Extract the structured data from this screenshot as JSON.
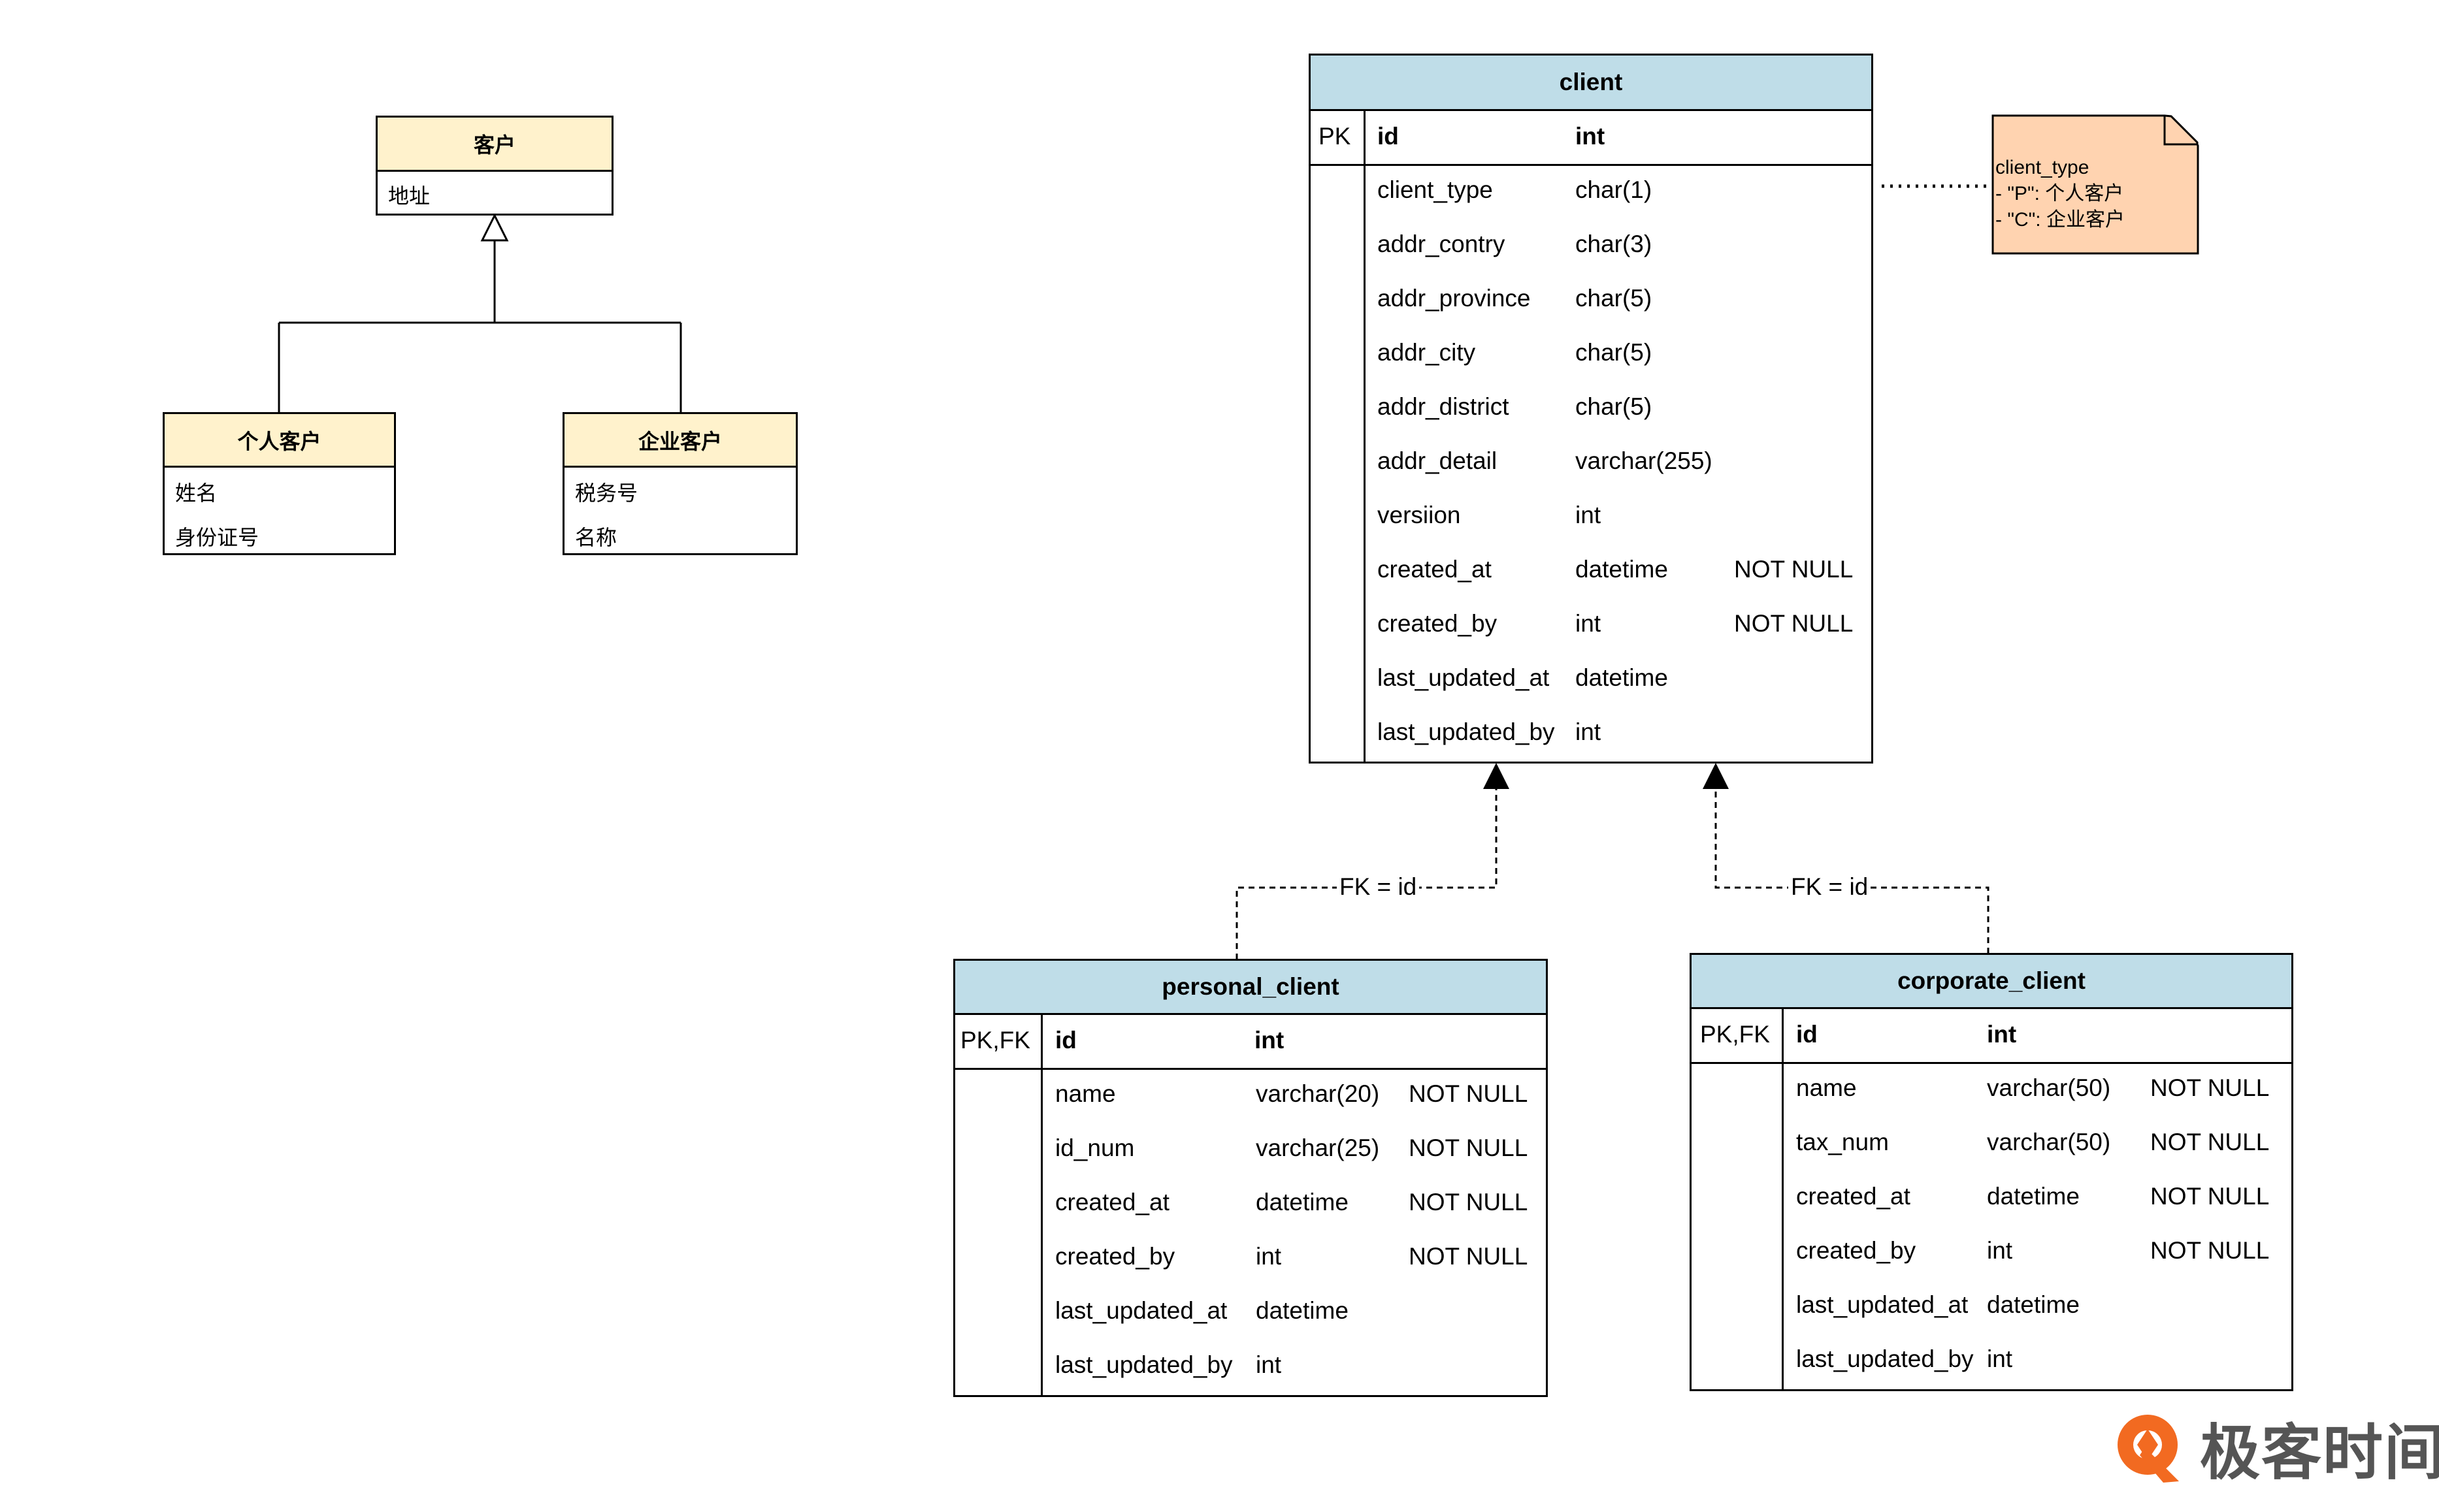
{
  "uml": {
    "parent": {
      "title": "客户",
      "attrs": [
        "地址"
      ]
    },
    "personal": {
      "title": "个人客户",
      "attrs": [
        "姓名",
        "身份证号"
      ]
    },
    "corporate": {
      "title": "企业客户",
      "attrs": [
        "税务号",
        "名称"
      ]
    }
  },
  "client": {
    "title": "client",
    "pk": {
      "key": "PK",
      "name": "id",
      "type": "int"
    },
    "rows": [
      {
        "name": "client_type",
        "type": "char(1)",
        "null": ""
      },
      {
        "name": "addr_contry",
        "type": "char(3)",
        "null": ""
      },
      {
        "name": "addr_province",
        "type": "char(5)",
        "null": ""
      },
      {
        "name": "addr_city",
        "type": "char(5)",
        "null": ""
      },
      {
        "name": "addr_district",
        "type": "char(5)",
        "null": ""
      },
      {
        "name": "addr_detail",
        "type": "varchar(255)",
        "null": ""
      },
      {
        "name": "versiion",
        "type": "int",
        "null": ""
      },
      {
        "name": "created_at",
        "type": "datetime",
        "null": "NOT NULL"
      },
      {
        "name": "created_by",
        "type": "int",
        "null": "NOT NULL"
      },
      {
        "name": "last_updated_at",
        "type": "datetime",
        "null": ""
      },
      {
        "name": "last_updated_by",
        "type": "int",
        "null": ""
      }
    ]
  },
  "note": {
    "lines": [
      "client_type",
      "- \"P\": 个人客户",
      "- \"C\": 企业客户"
    ]
  },
  "personal_client": {
    "title": "personal_client",
    "pk": {
      "key": "PK,FK",
      "name": "id",
      "type": "int"
    },
    "rows": [
      {
        "name": "name",
        "type": "varchar(20)",
        "null": "NOT NULL"
      },
      {
        "name": "id_num",
        "type": "varchar(25)",
        "null": "NOT NULL"
      },
      {
        "name": "created_at",
        "type": "datetime",
        "null": "NOT NULL"
      },
      {
        "name": "created_by",
        "type": "int",
        "null": "NOT NULL"
      },
      {
        "name": "last_updated_at",
        "type": "datetime",
        "null": ""
      },
      {
        "name": "last_updated_by",
        "type": "int",
        "null": ""
      }
    ]
  },
  "corporate_client": {
    "title": "corporate_client",
    "pk": {
      "key": "PK,FK",
      "name": "id",
      "type": "int"
    },
    "rows": [
      {
        "name": "name",
        "type": "varchar(50)",
        "null": "NOT NULL"
      },
      {
        "name": "tax_num",
        "type": "varchar(50)",
        "null": "NOT NULL"
      },
      {
        "name": "created_at",
        "type": "datetime",
        "null": "NOT NULL"
      },
      {
        "name": "created_by",
        "type": "int",
        "null": "NOT NULL"
      },
      {
        "name": "last_updated_at",
        "type": "datetime",
        "null": ""
      },
      {
        "name": "last_updated_by",
        "type": "int",
        "null": ""
      }
    ]
  },
  "relations": {
    "personal_fk": "FK = id",
    "corporate_fk": "FK = id"
  },
  "colors": {
    "uml_header": "#fff2cc",
    "table_header": "#bfdde8",
    "note_fill": "#ffd3b0",
    "logo_orange": "#f26a21"
  },
  "logo": {
    "text": "极客时间"
  }
}
